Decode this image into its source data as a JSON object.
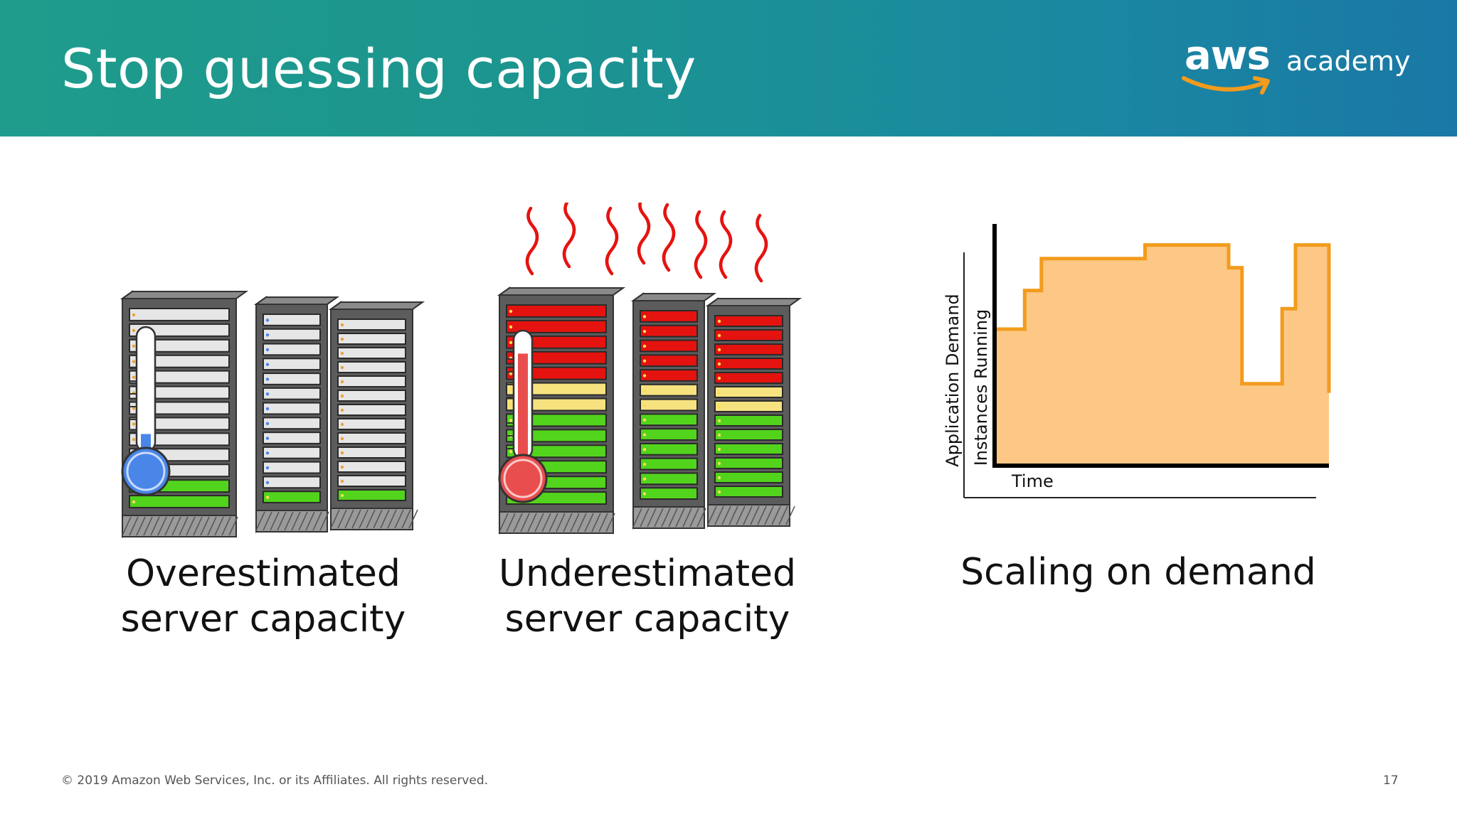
{
  "slide": {
    "title": "Stop guessing capacity",
    "logo": {
      "brand": "aws",
      "suffix": "academy"
    },
    "colors": {
      "header_start": "#1f9c8c",
      "header_end": "#1a78a6",
      "logo_smile": "#f29b1d",
      "demand_line": "#f29b1d",
      "demand_fill": "#fdc885",
      "led_red": "#e5130f",
      "led_yellow": "#f6e27f",
      "led_green": "#52d41c",
      "thermo_cold": "#4a86e8",
      "thermo_hot": "#e94e4e",
      "heat_waves": "#e5130f"
    },
    "panels": [
      {
        "caption_line1": "Overestimated",
        "caption_line2": "server capacity",
        "thermometer": "cold",
        "heat_waves": false
      },
      {
        "caption_line1": "Underestimated",
        "caption_line2": "server capacity",
        "thermometer": "hot",
        "heat_waves": true
      },
      {
        "caption_line1": "Scaling on demand"
      }
    ],
    "footer": {
      "copyright": "© 2019 Amazon Web Services, Inc. or its Affiliates. All rights reserved.",
      "page_number": "17"
    }
  },
  "chart_data": {
    "type": "area",
    "step": true,
    "xlabel": "Time",
    "ylabel_outer": "Application Demand",
    "ylabel_inner": "Instances Running",
    "x": [
      0,
      0.09,
      0.14,
      0.45,
      0.7,
      0.74,
      0.86,
      0.9,
      0.97,
      1.0
    ],
    "values": [
      0.6,
      0.77,
      0.91,
      0.97,
      0.87,
      0.36,
      0.69,
      0.97,
      0.97,
      0.32
    ],
    "ylim": [
      0,
      1.0
    ],
    "grid": false
  },
  "icons": [
    "server-rack-icon",
    "thermometer-icon",
    "heat-wave-icon"
  ]
}
